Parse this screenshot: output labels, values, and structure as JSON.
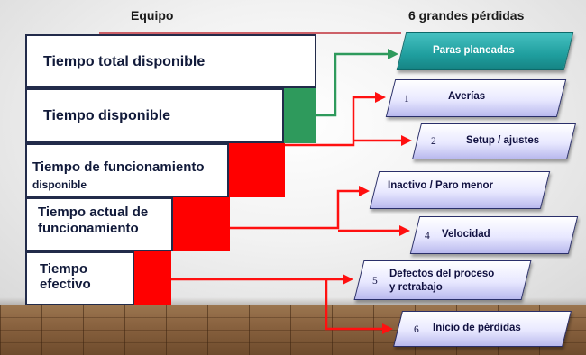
{
  "headers": {
    "left": "Equipo",
    "right": "6 grandes pérdidas"
  },
  "time_boxes": [
    {
      "label": "Tiempo total disponible"
    },
    {
      "label": "Tiempo disponible"
    },
    {
      "label_line1": "Tiempo de funcionamiento",
      "label_line2": "disponible"
    },
    {
      "label_line1": "Tiempo actual de",
      "label_line2": "funcionamiento"
    },
    {
      "label_line1": "Tiempo",
      "label_line2": "efectivo"
    }
  ],
  "losses": [
    {
      "number": "",
      "label": "Paras planeadas"
    },
    {
      "number": "1",
      "label": "Averías"
    },
    {
      "number": "2",
      "label": "Setup / ajustes"
    },
    {
      "number": "",
      "label": "Inactivo / Paro menor"
    },
    {
      "number": "4",
      "label": "Velocidad"
    },
    {
      "number": "5",
      "label_line1": "Defectos del proceso",
      "label_line2": "y retrabajo"
    },
    {
      "number": "6",
      "label": "Inicio de pérdidas"
    }
  ],
  "colors": {
    "box_border": "#222b4a",
    "green_loss": "#2e9a5c",
    "red_loss": "#ff0000",
    "teal_loss": "#1f9e9e",
    "lavender_loss": "#c8c8f4"
  }
}
